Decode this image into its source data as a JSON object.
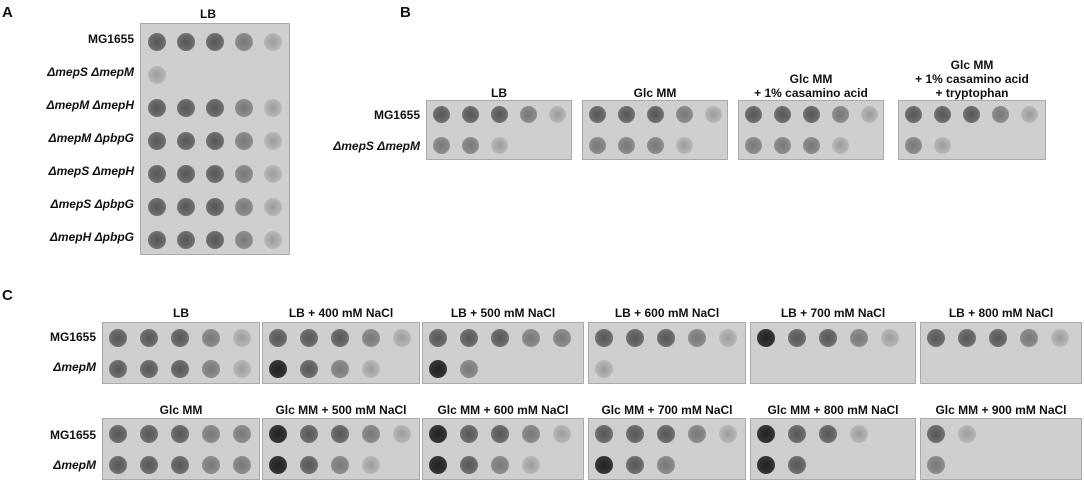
{
  "panels": {
    "a": {
      "letter": "A",
      "condition": "LB",
      "strains": [
        "MG1655",
        "ΔmepS ΔmepM",
        "ΔmepM ΔmepH",
        "ΔmepM ΔpbpG",
        "ΔmepS ΔmepH",
        "ΔmepS ΔpbpG",
        "ΔmepH ΔpbpG"
      ]
    },
    "b": {
      "letter": "B",
      "strains": [
        "MG1655",
        "ΔmepS ΔmepM"
      ],
      "conditions": [
        {
          "label": "LB"
        },
        {
          "label": "Glc MM"
        },
        {
          "label": "Glc MM\n+ 1% casamino acid"
        },
        {
          "label": "Glc MM\n+ 1% casamino acid\n+ tryptophan"
        }
      ]
    },
    "c": {
      "letter": "C",
      "strains": [
        "MG1655",
        "ΔmepM"
      ],
      "row1": [
        {
          "label": "LB"
        },
        {
          "label": "LB + 400 mM NaCl"
        },
        {
          "label": "LB + 500 mM NaCl"
        },
        {
          "label": "LB + 600 mM NaCl"
        },
        {
          "label": "LB + 700 mM NaCl"
        },
        {
          "label": "LB + 800 mM NaCl"
        }
      ],
      "row2": [
        {
          "label": "Glc MM"
        },
        {
          "label": "Glc MM + 500 mM NaCl"
        },
        {
          "label": "Glc MM + 600 mM NaCl"
        },
        {
          "label": "Glc MM + 700 mM NaCl"
        },
        {
          "label": "Glc MM + 800 mM NaCl"
        },
        {
          "label": "Glc MM + 900 mM NaCl"
        }
      ]
    }
  }
}
